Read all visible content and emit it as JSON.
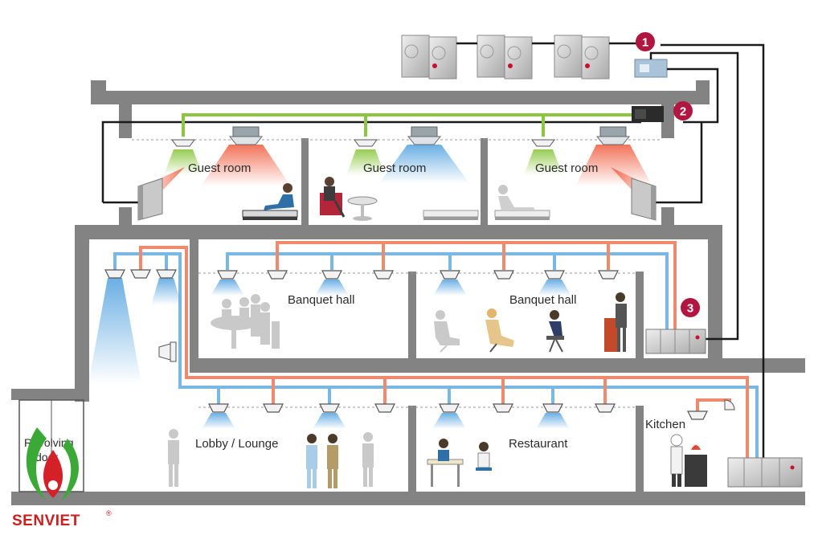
{
  "rooms": {
    "guest_room_1": "Guest room",
    "guest_room_2": "Guest room",
    "guest_room_3": "Guest room",
    "banquet_hall_1": "Banquet hall",
    "banquet_hall_2": "Banquet hall",
    "lobby": "Lobby / Lounge",
    "restaurant": "Restaurant",
    "kitchen": "Kitchen",
    "revolving_door_line1": "Revolving",
    "revolving_door_line2": "door"
  },
  "markers": [
    "1",
    "2",
    "3"
  ],
  "logo": {
    "name": "SENVIET",
    "registered": "®"
  },
  "colors": {
    "wall": "#838383",
    "green_pipe": "#8cc63f",
    "blue_pipe": "#7ab8e4",
    "salmon_pipe": "#f08a6e",
    "black_pipe": "#1a1a1a",
    "marker": "#b0163f",
    "logo_red": "#cc1f1f",
    "logo_green": "#3aa935"
  }
}
